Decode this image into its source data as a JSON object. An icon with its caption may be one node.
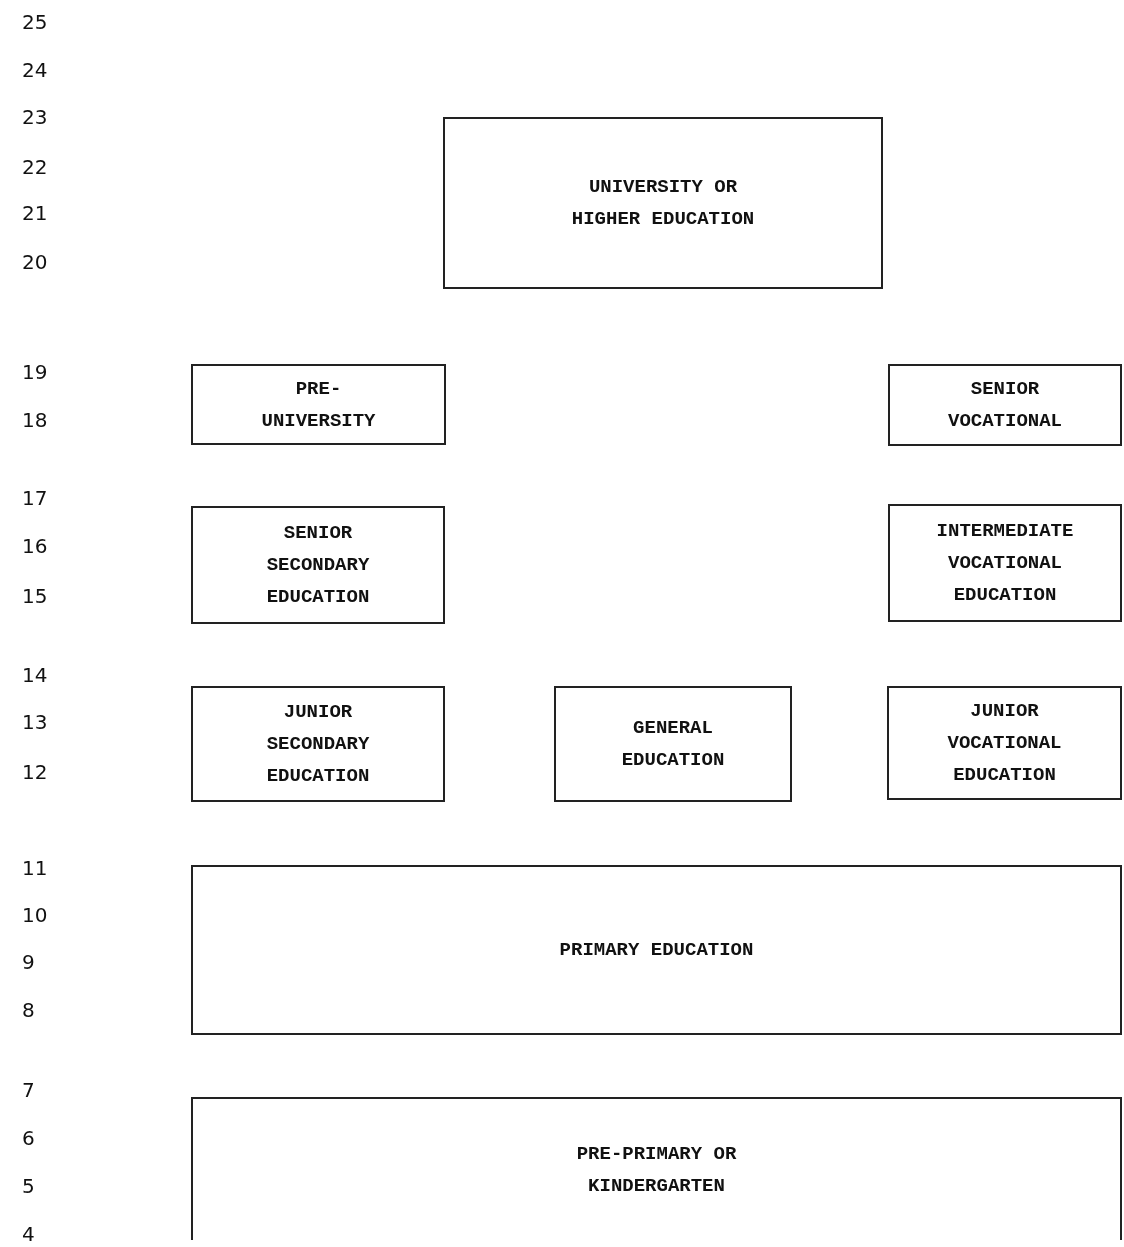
{
  "diagram": {
    "nodes": [
      {
        "text": [
          "UNIVERSITY OR HIGHER EDUCATION"
        ]
      },
      {
        "text": [
          "PRE- UNIVERSITY"
        ]
      },
      {
        "text": [
          "SENIOR VOCATIONAL"
        ]
      },
      {
        "text": [
          "SENIOR SECONDARY EDUCATION"
        ]
      },
      {
        "text": [
          "INTERMEDIATE VOCATIONAL EDUCATION"
        ]
      },
      {
        "text": [
          "JUNIOR SECONDARY EDUCATION"
        ]
      },
      {
        "text": [
          "GENERAL EDUCATION"
        ]
      },
      {
        "text": [
          "JUNIOR VOCATIONAL EDUCATION"
        ]
      },
      {
        "text": [
          "PRIMARY EDUCATION"
        ]
      },
      {
        "text": [
          "PRE-PRIMARY OR KINDERGARTEN"
        ]
      }
    ],
    "labels": [
      "25",
      "24",
      "23",
      "22",
      "21",
      "20",
      "19",
      "18",
      "17",
      "16",
      "15",
      "14",
      "13",
      "12",
      "11",
      "10",
      "9",
      "8",
      "7",
      "6",
      "5",
      "4"
    ]
  }
}
